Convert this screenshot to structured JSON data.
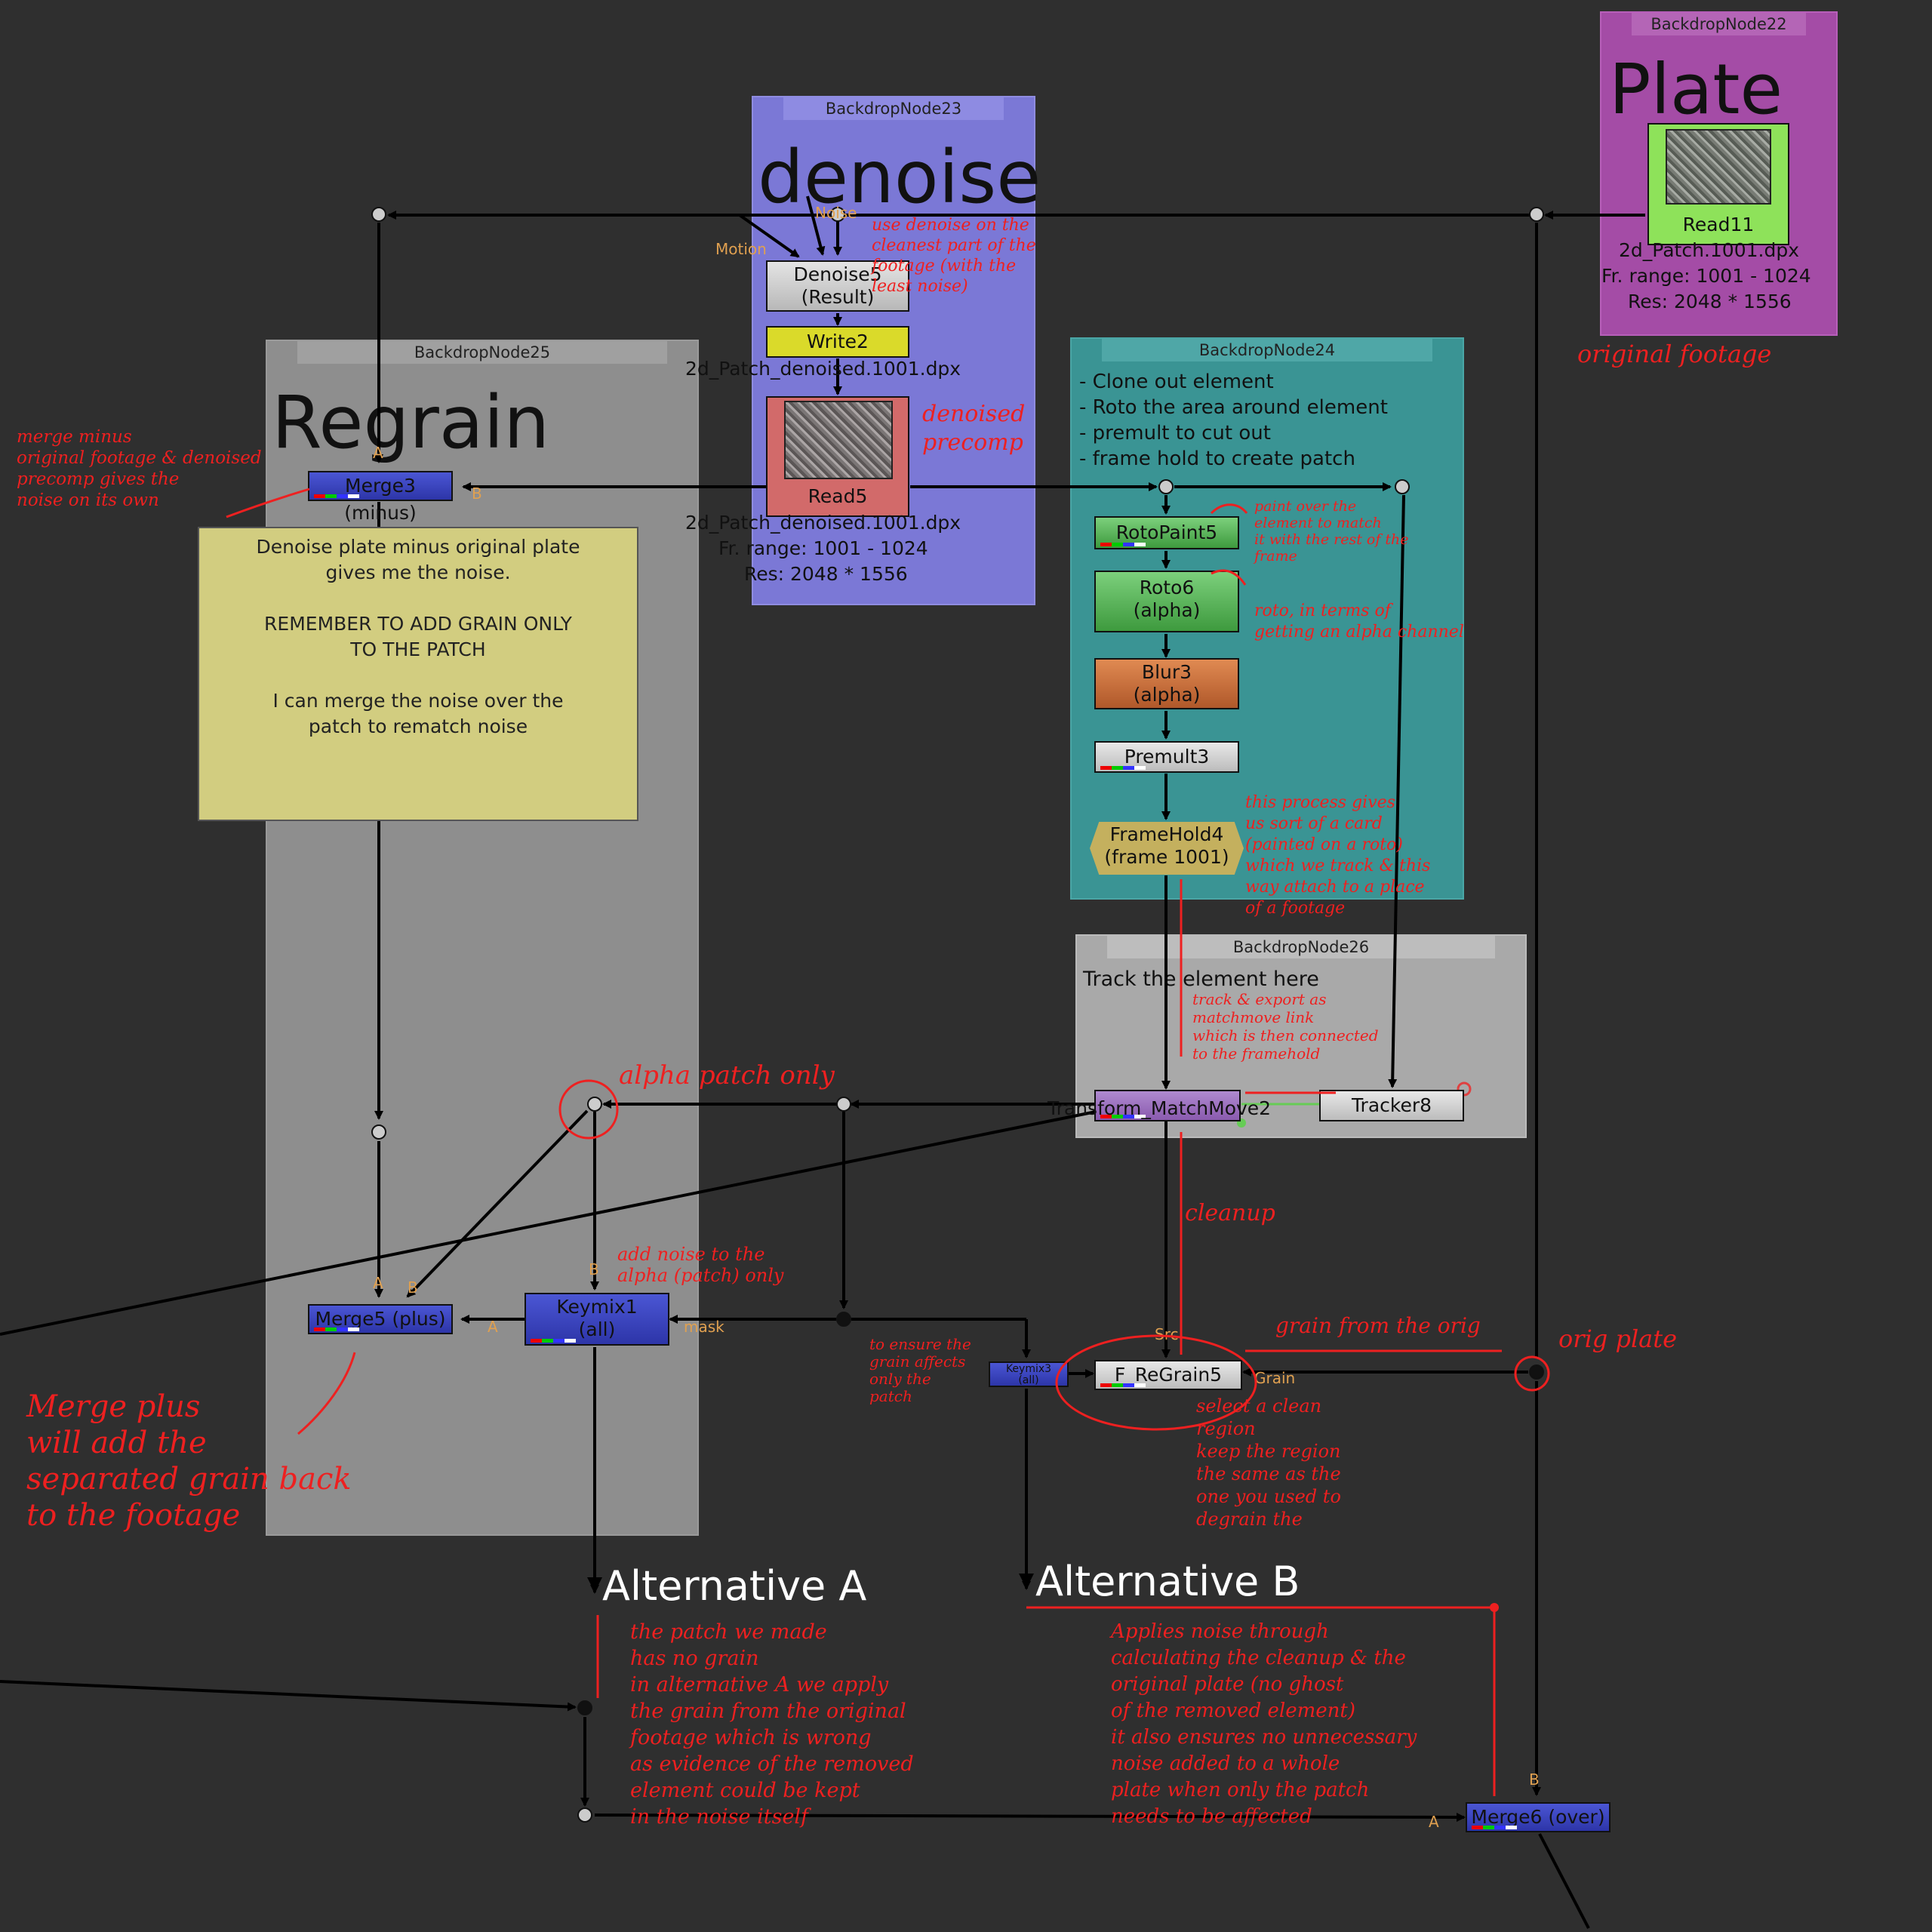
{
  "backdrops": {
    "bd22": {
      "title": "BackdropNode22",
      "label": "Plate"
    },
    "bd23": {
      "title": "BackdropNode23",
      "label": "denoise"
    },
    "bd25": {
      "title": "BackdropNode25",
      "label": "Regrain"
    },
    "bd24": {
      "title": "BackdropNode24",
      "lines": [
        "- Clone out element",
        "- Roto the area around element",
        "- premult to cut out",
        "- frame hold to create patch"
      ]
    },
    "bd26": {
      "title": "BackdropNode26",
      "label": "Track the element here"
    }
  },
  "nodes": {
    "read11": {
      "name": "Read11",
      "file": "2d_Patch.1001.dpx",
      "range": "Fr. range: 1001 - 1024",
      "res": "Res: 2048 * 1556"
    },
    "denoise5": {
      "line1": "Denoise5",
      "line2": "(Result)",
      "in_noise": "Noise",
      "in_motion": "Motion"
    },
    "write2": {
      "name": "Write2",
      "file": "2d_Patch_denoised.1001.dpx"
    },
    "read5": {
      "name": "Read5",
      "file": "2d_Patch_denoised.1001.dpx",
      "range": "Fr. range: 1001 - 1024",
      "res": "Res: 2048 * 1556"
    },
    "merge3": {
      "name": "Merge3 (minus)",
      "in_a": "A",
      "in_b": "B"
    },
    "rotopaint5": {
      "name": "RotoPaint5"
    },
    "roto6": {
      "line1": "Roto6",
      "line2": "(alpha)"
    },
    "blur3": {
      "line1": "Blur3",
      "line2": "(alpha)"
    },
    "premult3": {
      "name": "Premult3"
    },
    "framehold4": {
      "line1": "FrameHold4",
      "line2": "(frame 1001)"
    },
    "transform": {
      "name": "Transform_MatchMove2"
    },
    "tracker8": {
      "name": "Tracker8"
    },
    "merge5": {
      "name": "Merge5 (plus)",
      "in_a": "A",
      "in_b": "B",
      "out_a": "A"
    },
    "keymix1": {
      "line1": "Keymix1",
      "line2": "(all)",
      "in_b": "B",
      "in_mask": "mask"
    },
    "keymix3": {
      "line1": "Keymix3",
      "line2": "(all)"
    },
    "regrain5": {
      "name": "F_ReGrain5",
      "in_src": "Src",
      "in_grain": "Grain"
    },
    "merge6": {
      "name": "Merge6 (over)",
      "in_a": "A",
      "in_b": "B"
    }
  },
  "sticky": {
    "lines": [
      "Denoise plate minus original plate",
      "gives me the noise.",
      "",
      "REMEMBER TO ADD GRAIN ONLY",
      "TO THE PATCH",
      "",
      "I can merge the noise over the",
      "patch to rematch noise"
    ]
  },
  "headings": {
    "alt_a": "Alternative A",
    "alt_b": "Alternative B"
  },
  "notes": {
    "n_plate": "original footage",
    "n_denoise": "use denoise on the\ncleanest part of the\nfootage (with the\nleast noise)",
    "n_denoised": "denoised\nprecomp",
    "n_merge": "merge minus\noriginal footage & denoised\nprecomp gives the\nnoise on its own",
    "n_paint": "paint over the\nelement to match\nit with the rest of the\nframe",
    "n_roto": "roto, in terms of\ngetting an alpha channel",
    "n_process": "this process gives\nus sort of a card\n(painted on a roto)\nwhich we track & this\nway attach to a place\nof a footage",
    "n_track": "track & export as\nmatchmove link\nwhich is then connected\nto the framehold",
    "n_alpha": "alpha patch only",
    "n_addnoise": "add noise to the\nalpha (patch) only",
    "n_cleanup": "cleanup",
    "n_grainorig": "grain from the orig",
    "n_origplate": "orig plate",
    "n_ensure": "to ensure the\ngrain affects\nonly the\npatch",
    "n_select": "select a clean\nregion\nkeep the region\nthe same as the\none you used to\ndegrain the",
    "n_mergeplus": "Merge plus\nwill add the\nseparated grain back\nto the footage",
    "n_altA": "the patch we made\nhas no grain\nin alternative A we apply\nthe grain from the original\nfootage which is wrong\nas evidence of the removed\nelement could be kept\nin the noise itself",
    "n_altB": "Applies noise through\ncalculating the cleanup & the\noriginal plate (no ghost\nof the removed element)\nit also ensures no unnecessary\nnoise added to a whole\nplate when only the patch\nneeds to be affected"
  },
  "colors": {
    "background": "#2f2f2f",
    "plate_backdrop": "#a44ca6",
    "denoise_backdrop": "#7b78d6",
    "regrain_backdrop": "#8e8e8e",
    "clone_backdrop": "#3a9494",
    "track_backdrop": "#a9a9a9",
    "annotation": "#ee2020"
  }
}
